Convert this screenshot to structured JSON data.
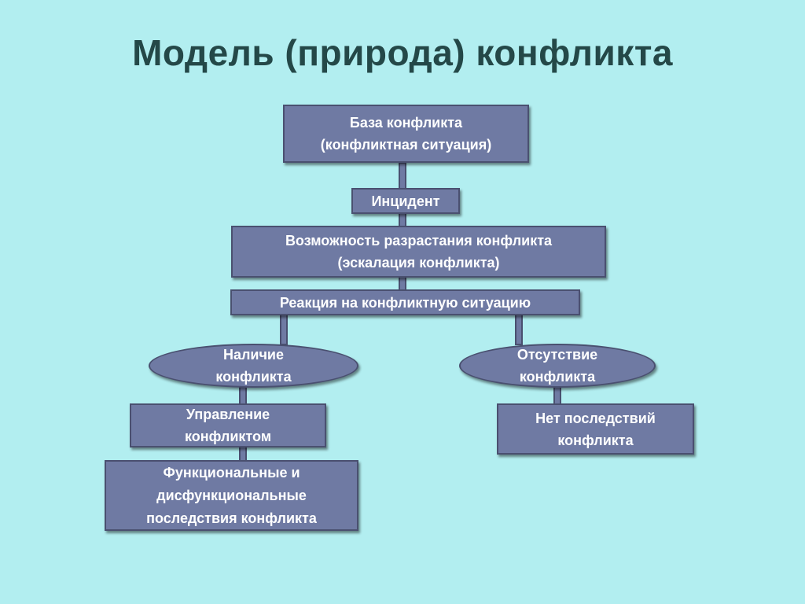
{
  "title": "Модель (природа) конфликта",
  "nodes": {
    "base": {
      "line1": "База конфликта",
      "line2": "(конфликтная ситуация)"
    },
    "incident": {
      "line1": "Инцидент"
    },
    "escalation": {
      "line1": "Возможность разрастания конфликта",
      "line2": "(эскалация конфликта)"
    },
    "reaction": {
      "line1": "Реакция на конфликтную ситуацию"
    },
    "presence": {
      "line1": "Наличие",
      "line2": "конфликта"
    },
    "absence": {
      "line1": "Отсутствие",
      "line2": "конфликта"
    },
    "management": {
      "line1": "Управление",
      "line2": "конфликтом"
    },
    "no_consequences": {
      "line1": "Нет последствий",
      "line2": "конфликта"
    },
    "consequences": {
      "line1": "Функциональные и",
      "line2": "дисфункциональные",
      "line3": "последствия конфликта"
    }
  },
  "colors": {
    "background": "#b2eef0",
    "node_fill": "#6f7aa3",
    "node_border": "#4a5070",
    "title_text": "#244848",
    "node_text": "#ffffff"
  }
}
